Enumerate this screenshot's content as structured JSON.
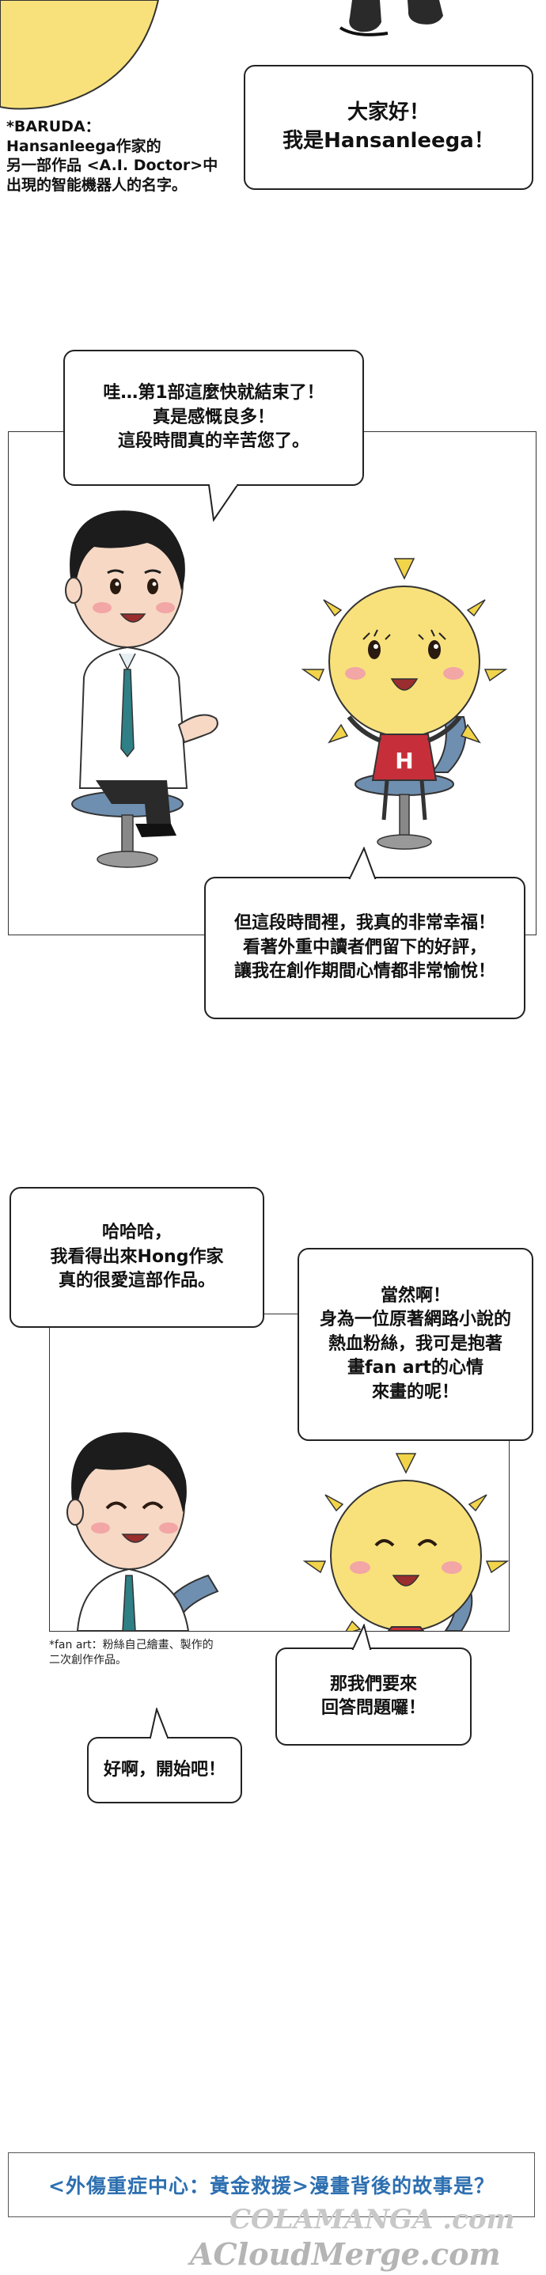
{
  "intro": {
    "baruda_note": [
      "*BARUDA：",
      "Hansanleega作家的",
      "另一部作品 <A.I. Doctor>中",
      "出現的智能機器人的名字。"
    ],
    "greeting": [
      "大家好！",
      "我是Hansanleega！"
    ]
  },
  "panel_one": {
    "doctor_bubble": [
      "哇…第1部這麼快就結束了！",
      "真是感慨良多！",
      "這段時間真的辛苦您了。"
    ],
    "sun_bubble": [
      "但這段時間裡，我真的非常幸福！",
      "看著外重中讀者們留下的好評，",
      "讓我在創作期間心情都非常愉悅！"
    ],
    "shirt_letter": "H"
  },
  "panel_two": {
    "doctor_bubble": [
      "哈哈哈，",
      "我看得出來Hong作家",
      "真的很愛這部作品。"
    ],
    "sun_bubble": [
      "當然啊！",
      "身為一位原著網路小說的",
      "熱血粉絲，我可是抱著",
      "畫fan art的心情",
      "來畫的呢！"
    ],
    "fan_art_note": [
      "*fan art：粉絲自己繪畫、製作的",
      "二次創作作品。"
    ]
  },
  "ending": {
    "sun_bubble": [
      "那我們要來",
      "回答問題囉！"
    ],
    "doctor_bubble": [
      "好啊，開始吧！"
    ]
  },
  "footer": {
    "title": "<外傷重症中心：黃金救援>漫畫背後的故事是？"
  },
  "watermark": {
    "top": "COLAMANGA .com",
    "bottom": "ACloudMerge.com"
  },
  "colors": {
    "sun_yellow": "#f8e17a",
    "ray_yellow": "#f2d44a",
    "chair_blue": "#6f8fb0",
    "footer_blue": "#2d6fb0",
    "shirt_red": "#c62f3a"
  }
}
